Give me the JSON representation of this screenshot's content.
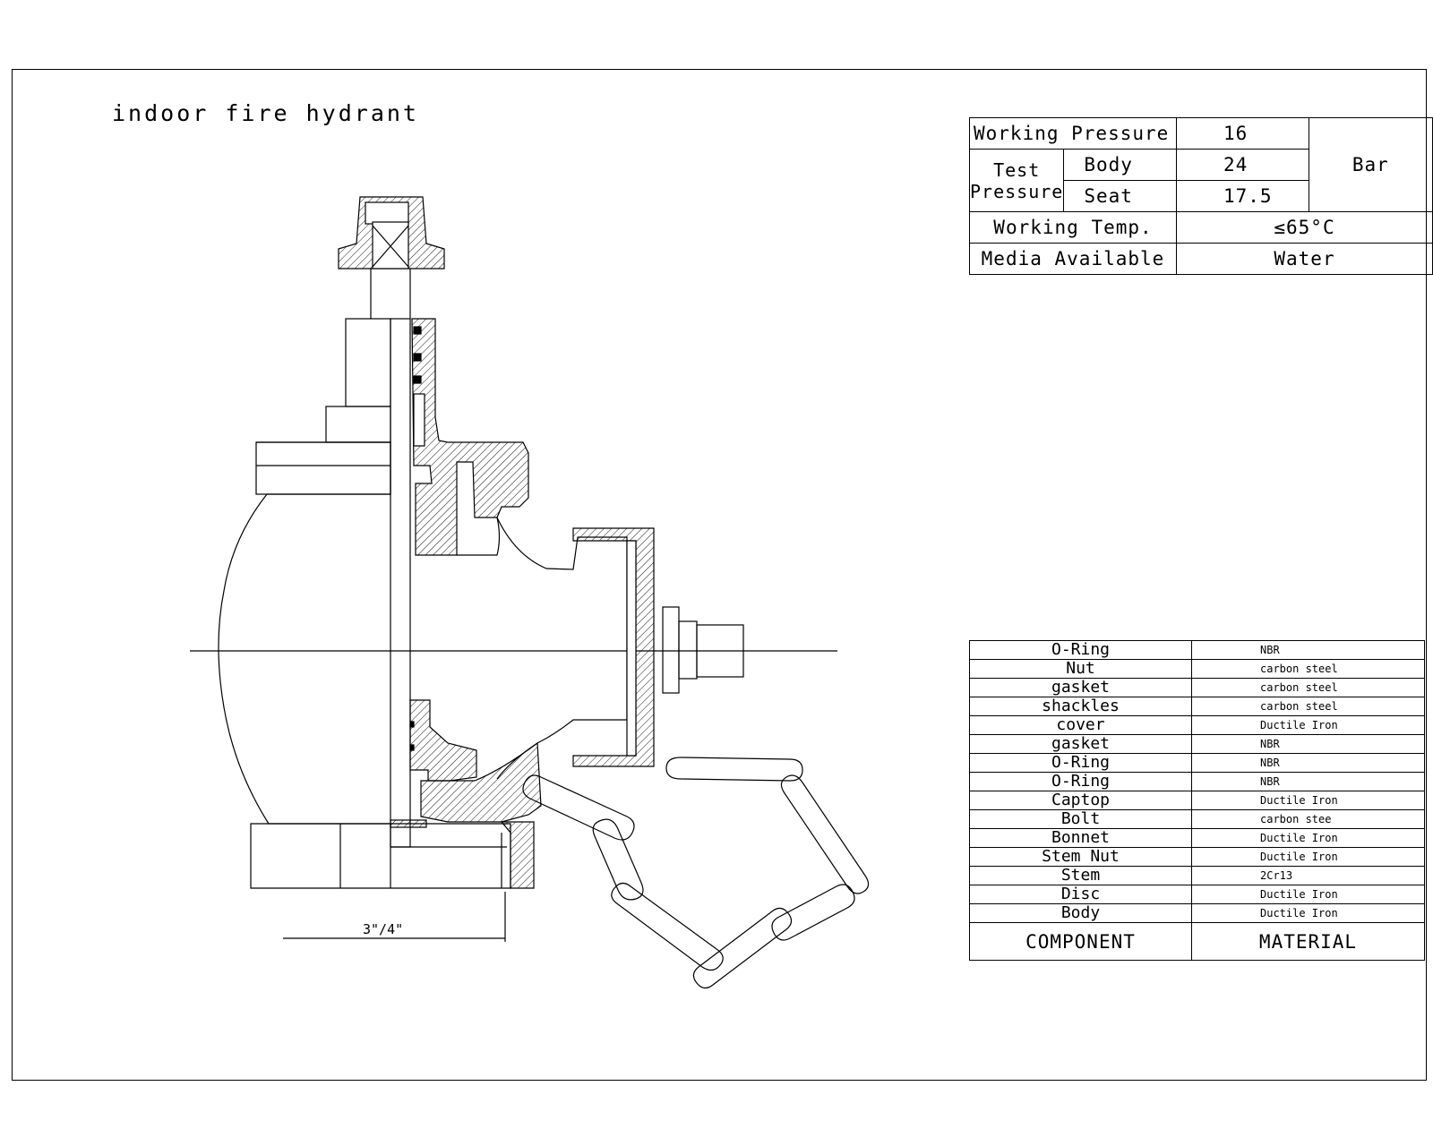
{
  "title": "indoor fire hydrant",
  "spec": {
    "working_pressure_label": "Working Pressure",
    "working_pressure_value": "16",
    "unit": "Bar",
    "test_pressure_label_1": "Test",
    "test_pressure_label_2": "Pressure",
    "body_label": "Body",
    "body_value": "24",
    "seat_label": "Seat",
    "seat_value": "17.5",
    "working_temp_label": "Working Temp.",
    "working_temp_value": "≤65°C",
    "media_label": "Media Available",
    "media_value": "Water"
  },
  "bom": {
    "rows": [
      {
        "component": "O-Ring",
        "material": "NBR"
      },
      {
        "component": "Nut",
        "material": "carbon steel"
      },
      {
        "component": "gasket",
        "material": "carbon steel"
      },
      {
        "component": "shackles",
        "material": "carbon steel"
      },
      {
        "component": "cover",
        "material": "Ductile Iron"
      },
      {
        "component": "gasket",
        "material": "NBR"
      },
      {
        "component": "O-Ring",
        "material": "NBR"
      },
      {
        "component": "O-Ring",
        "material": "NBR"
      },
      {
        "component": "Captop",
        "material": "Ductile Iron"
      },
      {
        "component": "Bolt",
        "material": "carbon stee"
      },
      {
        "component": "Bonnet",
        "material": "Ductile Iron"
      },
      {
        "component": "Stem Nut",
        "material": "Ductile Iron"
      },
      {
        "component": "Stem",
        "material": "2Cr13"
      },
      {
        "component": "Disc",
        "material": "Ductile Iron"
      },
      {
        "component": "Body",
        "material": "Ductile Iron"
      }
    ],
    "header_component": "COMPONENT",
    "header_material": "MATERIAL"
  },
  "dimension_label": "3\"/4\""
}
